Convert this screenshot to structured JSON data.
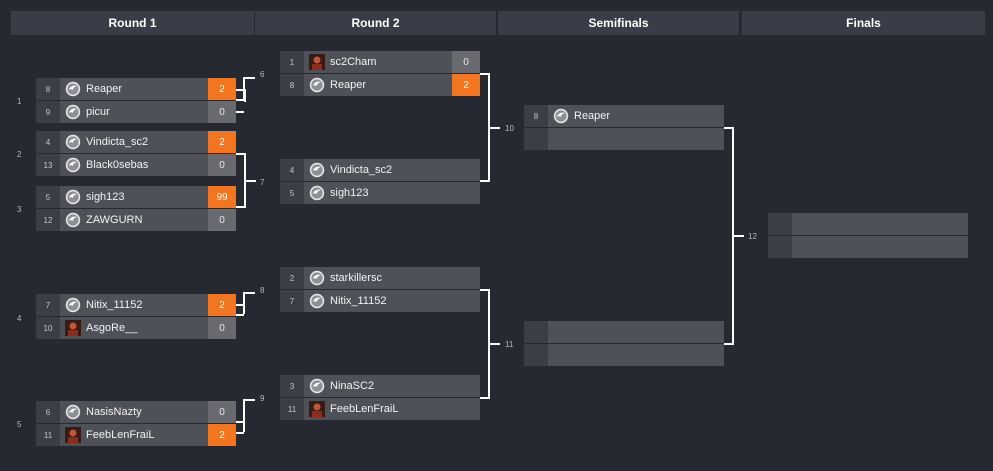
{
  "headers": [
    "Round 1",
    "Round 2",
    "Semifinals",
    "Finals"
  ],
  "round1": [
    {
      "num": "1",
      "top": {
        "seed": "8",
        "name": "Reaper",
        "score": "2",
        "win": true,
        "icon": "sc2-logo-icon"
      },
      "bottom": {
        "seed": "9",
        "name": "picur",
        "score": "0",
        "win": false,
        "icon": "sc2-logo-icon"
      }
    },
    {
      "num": "2",
      "top": {
        "seed": "4",
        "name": "Vindicta_sc2",
        "score": "2",
        "win": true,
        "icon": "sc2-logo-icon"
      },
      "bottom": {
        "seed": "13",
        "name": "Black0sebas",
        "score": "0",
        "win": false,
        "icon": "sc2-logo-icon"
      }
    },
    {
      "num": "3",
      "top": {
        "seed": "5",
        "name": "sigh123",
        "score": "99",
        "win": true,
        "icon": "sc2-logo-icon"
      },
      "bottom": {
        "seed": "12",
        "name": "ZAWGURN",
        "score": "0",
        "win": false,
        "icon": "sc2-logo-icon"
      }
    },
    {
      "num": "4",
      "top": {
        "seed": "7",
        "name": "Nitix_11152",
        "score": "2",
        "win": true,
        "icon": "sc2-logo-icon"
      },
      "bottom": {
        "seed": "10",
        "name": "AsgoRe__",
        "score": "0",
        "win": false,
        "icon": "player-avatar-icon"
      }
    },
    {
      "num": "5",
      "top": {
        "seed": "6",
        "name": "NasisNazty",
        "score": "0",
        "win": false,
        "icon": "sc2-logo-icon"
      },
      "bottom": {
        "seed": "11",
        "name": "FeebLenFraiL",
        "score": "2",
        "win": true,
        "icon": "player-avatar-icon"
      }
    }
  ],
  "round2": [
    {
      "num": "6",
      "top": {
        "seed": "1",
        "name": "sc2Cham",
        "score": "0",
        "win": false,
        "icon": "player-avatar-icon"
      },
      "bottom": {
        "seed": "8",
        "name": "Reaper",
        "score": "2",
        "win": true,
        "icon": "sc2-logo-icon"
      }
    },
    {
      "num": "7",
      "top": {
        "seed": "4",
        "name": "Vindicta_sc2",
        "score": "",
        "win": false,
        "icon": "sc2-logo-icon"
      },
      "bottom": {
        "seed": "5",
        "name": "sigh123",
        "score": "",
        "win": false,
        "icon": "sc2-logo-icon"
      }
    },
    {
      "num": "8",
      "top": {
        "seed": "2",
        "name": "starkillersc",
        "score": "",
        "win": false,
        "icon": "sc2-logo-icon"
      },
      "bottom": {
        "seed": "7",
        "name": "Nitix_11152",
        "score": "",
        "win": false,
        "icon": "sc2-logo-icon"
      }
    },
    {
      "num": "9",
      "top": {
        "seed": "3",
        "name": "NinaSC2",
        "score": "",
        "win": false,
        "icon": "sc2-logo-icon"
      },
      "bottom": {
        "seed": "11",
        "name": "FeebLenFraiL",
        "score": "",
        "win": false,
        "icon": "player-avatar-icon"
      }
    }
  ],
  "semis": [
    {
      "num": "10",
      "top": {
        "seed": "8",
        "name": "Reaper",
        "score": "",
        "win": false,
        "icon": "sc2-logo-icon"
      },
      "bottom": {
        "seed": "",
        "name": "",
        "score": "",
        "win": false,
        "icon": ""
      }
    },
    {
      "num": "11",
      "top": {
        "seed": "",
        "name": "",
        "score": "",
        "win": false,
        "icon": ""
      },
      "bottom": {
        "seed": "",
        "name": "",
        "score": "",
        "win": false,
        "icon": ""
      }
    }
  ],
  "finals": [
    {
      "num": "12",
      "top": {
        "seed": "",
        "name": "",
        "score": "",
        "win": false,
        "icon": ""
      },
      "bottom": {
        "seed": "",
        "name": "",
        "score": "",
        "win": false,
        "icon": ""
      }
    }
  ],
  "colors": {
    "background": "#272932",
    "header": "#3a3d48",
    "row": "#4f5158",
    "seed": "#3b3e46",
    "score": "#686a70",
    "win": "#f47520"
  }
}
